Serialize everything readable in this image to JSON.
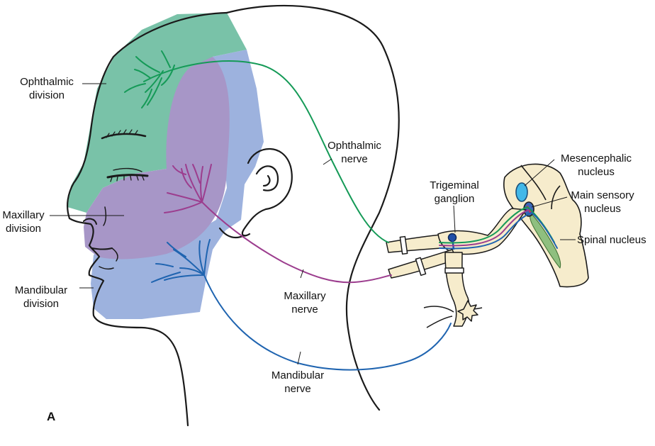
{
  "panel_label": "A",
  "labels": {
    "ophthalmic_division": [
      "Ophthalmic",
      "division"
    ],
    "maxillary_division": [
      "Maxillary",
      "division"
    ],
    "mandibular_division": [
      "Mandibular",
      "division"
    ],
    "ophthalmic_nerve": [
      "Ophthalmic",
      "nerve"
    ],
    "maxillary_nerve": [
      "Maxillary",
      "nerve"
    ],
    "mandibular_nerve": [
      "Mandibular",
      "nerve"
    ],
    "trigeminal_ganglion": [
      "Trigeminal",
      "ganglion"
    ],
    "mesencephalic_nucleus": [
      "Mesencephalic",
      "nucleus"
    ],
    "main_sensory_nucleus": [
      "Main sensory",
      "nucleus"
    ],
    "spinal_nucleus": "Spinal nucleus"
  },
  "colors": {
    "ophthalmic": "#79c2a8",
    "maxillary": "#a796c7",
    "mandibular": "#9db2de",
    "ophthalmic_nerve": "#159a57",
    "maxillary_nerve": "#9c3d8e",
    "mandibular_nerve": "#1f64b0",
    "ganglion_fill": "#f6eccc",
    "outline": "#1a1a1a"
  }
}
